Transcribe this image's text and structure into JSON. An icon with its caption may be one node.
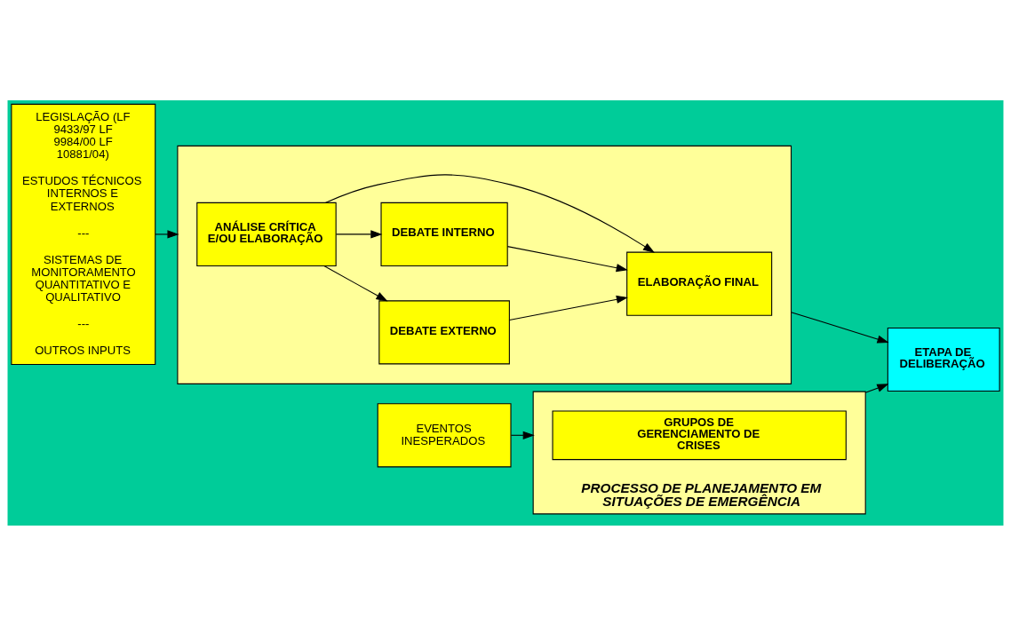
{
  "diagram": {
    "nodes": [
      {
        "text": [
          "LEGISLAÇÃO (LF 9433/97 LF 9984/00 LF 10881/04)",
          "ESTUDOS TÉCNICOS INTERNOS E EXTERNOS",
          "---",
          "SISTEMAS DE MONITORAMENTO QUANTITATIVO E QUALITATIVO",
          "---",
          "OUTROS INPUTS"
        ]
      },
      {
        "text": [],
        "shape": "box"
      },
      {
        "text": [
          "ANÁLISE CRÍTICA E/OU ELABORAÇÃO"
        ],
        "in": 1
      },
      {
        "text": [
          "DEBATE EXTERNO"
        ],
        "in": 1
      },
      {
        "text": [
          "DEBATE INTERNO"
        ],
        "in": 1
      },
      {
        "text": [
          "ELABORAÇÃO FINAL"
        ],
        "in": 1
      },
      {
        "text": [
          "ETAPA DE DELIBERAÇÃO"
        ]
      },
      {
        "text": [
          "EVENTOS INESPERADOS"
        ]
      },
      {
        "text": [
          "PROCESSO DE PLANEJAMENTO EM SITUAÇÕES DE EMERGÊNCIA"
        ]
      },
      {
        "text": [
          "GRUPOS DE GERENCIAMENTO DE CRISES"
        ],
        "in": 8
      }
    ],
    "edges": [
      {
        "from": 0,
        "to": 1,
        "arrow": "to"
      },
      {
        "from": 2,
        "to": 3,
        "arrow": "to"
      },
      {
        "from": 2,
        "to": 5,
        "arrow": "to"
      },
      {
        "from": 2,
        "to": 4,
        "arrow": "to"
      },
      {
        "from": 3,
        "to": 5,
        "arrow": "to"
      },
      {
        "from": 4,
        "to": 5,
        "arrow": "to"
      },
      {
        "from": 1,
        "to": 6,
        "arrow": "to"
      },
      {
        "from": 7,
        "to": 8,
        "arrow": "to"
      },
      {
        "from": 8,
        "to": 6,
        "arrow": "to"
      }
    ]
  }
}
